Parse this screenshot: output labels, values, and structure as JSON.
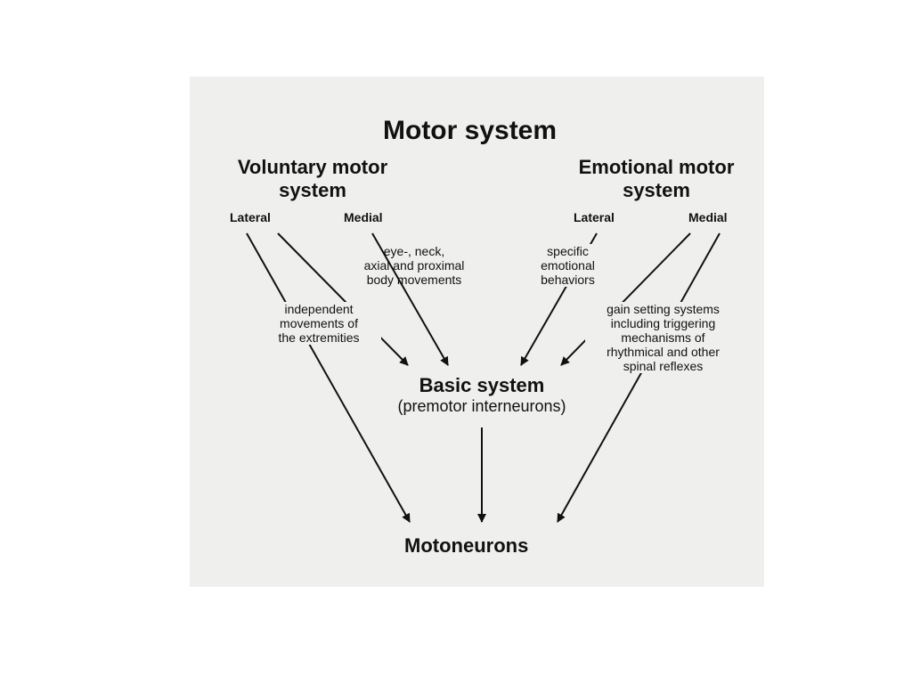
{
  "title": "Motor system",
  "voluntary": {
    "heading_line1": "Voluntary motor",
    "heading_line2": "system",
    "lateral": "Lateral",
    "medial": "Medial",
    "medial_desc_line1": "eye-, neck,",
    "medial_desc_line2": "axial and proximal",
    "medial_desc_line3": "body movements",
    "lateral_desc_line1": "independent",
    "lateral_desc_line2": "movements of",
    "lateral_desc_line3": "the extremities"
  },
  "emotional": {
    "heading_line1": "Emotional motor",
    "heading_line2": "system",
    "lateral": "Lateral",
    "medial": "Medial",
    "lateral_desc_line1": "specific",
    "lateral_desc_line2": "emotional",
    "lateral_desc_line3": "behaviors",
    "medial_desc_line1": "gain setting systems",
    "medial_desc_line2": "including triggering",
    "medial_desc_line3": "mechanisms of",
    "medial_desc_line4": "rhythmical and other",
    "medial_desc_line5": "spinal reflexes"
  },
  "basic": {
    "title": "Basic system",
    "subtitle": "(premotor interneurons)"
  },
  "motoneurons": "Motoneurons"
}
